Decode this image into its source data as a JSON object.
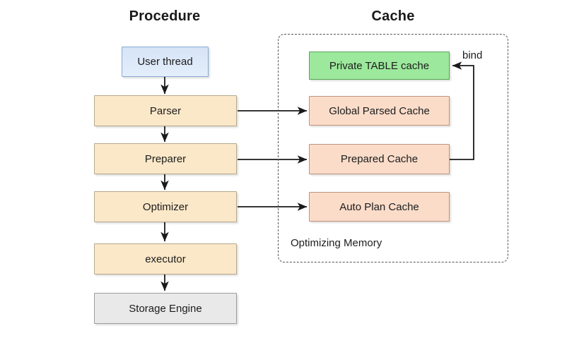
{
  "diagram": {
    "columns": [
      {
        "id": "procedure",
        "title": "Procedure"
      },
      {
        "id": "cache",
        "title": "Cache"
      }
    ],
    "procedure_nodes": [
      {
        "id": "user-thread",
        "label": "User thread",
        "style": "blue"
      },
      {
        "id": "parser",
        "label": "Parser",
        "style": "cream"
      },
      {
        "id": "preparer",
        "label": "Preparer",
        "style": "cream"
      },
      {
        "id": "optimizer",
        "label": "Optimizer",
        "style": "cream"
      },
      {
        "id": "executor",
        "label": "executor",
        "style": "cream"
      },
      {
        "id": "storage-engine",
        "label": "Storage Engine",
        "style": "gray"
      }
    ],
    "cache_nodes": [
      {
        "id": "private-table-cache",
        "label": "Private TABLE cache",
        "style": "green"
      },
      {
        "id": "global-parsed-cache",
        "label": "Global Parsed Cache",
        "style": "peach"
      },
      {
        "id": "prepared-cache",
        "label": "Prepared Cache",
        "style": "peach"
      },
      {
        "id": "auto-plan-cache",
        "label": "Auto Plan Cache",
        "style": "peach"
      }
    ],
    "group": {
      "id": "optimizing-memory",
      "caption": "Optimizing Memory"
    },
    "edge_labels": [
      {
        "id": "bind",
        "label": "bind"
      }
    ],
    "connections": [
      {
        "from": "user-thread",
        "to": "parser",
        "label": ""
      },
      {
        "from": "parser",
        "to": "preparer",
        "label": ""
      },
      {
        "from": "preparer",
        "to": "optimizer",
        "label": ""
      },
      {
        "from": "optimizer",
        "to": "executor",
        "label": ""
      },
      {
        "from": "executor",
        "to": "storage-engine",
        "label": ""
      },
      {
        "from": "parser",
        "to": "global-parsed-cache",
        "label": ""
      },
      {
        "from": "preparer",
        "to": "prepared-cache",
        "label": ""
      },
      {
        "from": "optimizer",
        "to": "auto-plan-cache",
        "label": ""
      },
      {
        "from": "prepared-cache",
        "to": "private-table-cache",
        "label": "bind"
      }
    ],
    "colors": {
      "blue_fill": "#dae8fc",
      "blue_stroke": "#8aaad4",
      "cream_fill": "#fbe8c8",
      "cream_stroke": "#b5a88c",
      "gray_fill": "#e9e9e9",
      "gray_stroke": "#9c9c9c",
      "green_fill": "#9ce89c",
      "green_stroke": "#58a358",
      "peach_fill": "#fadcc9",
      "peach_stroke": "#c2937c",
      "arrow": "#1a1a1a",
      "dashed_border": "#555555",
      "background": "#ffffff"
    }
  }
}
